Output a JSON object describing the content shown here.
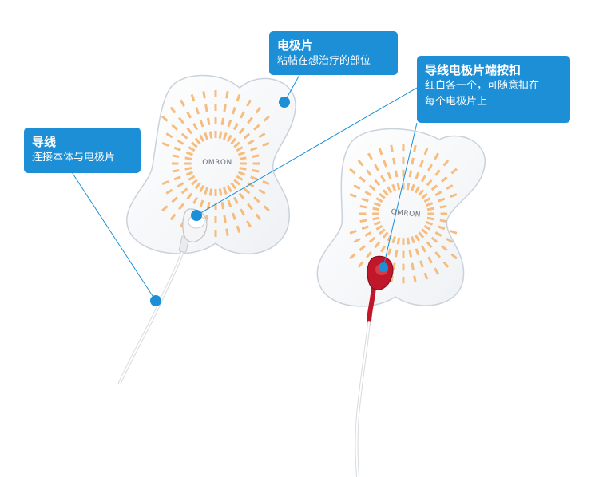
{
  "callouts": {
    "electrode": {
      "title": "电极片",
      "desc": "粘帖在想治疗的部位"
    },
    "lead_wire": {
      "title": "导线",
      "desc": "连接本体与电极片"
    },
    "snap_button": {
      "title": "导线电极片端按扣",
      "desc_line1": "红白各一个，可随意扣在",
      "desc_line2": "每个电极片上"
    }
  },
  "product": {
    "brand_left": "OMRON",
    "brand_right": "OMRON"
  },
  "colors": {
    "callout_blue": "#1c8fd6",
    "marker_blue": "#1c8fd6",
    "heating_pattern_orange": "#f6b26b",
    "snap_white": "#f2f2f2",
    "snap_red": "#c0182a"
  }
}
